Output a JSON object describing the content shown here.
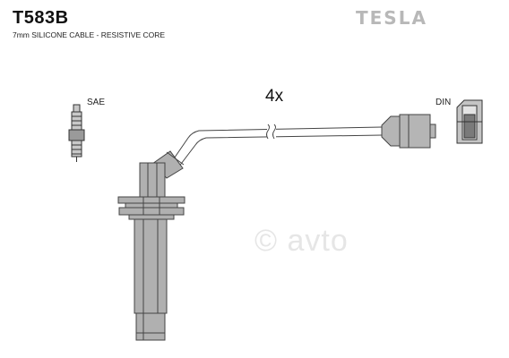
{
  "header": {
    "part_number": "T583B",
    "subtitle": "7mm SILICONE CABLE - RESISTIVE CORE",
    "brand": "TESLA"
  },
  "diagram": {
    "quantity_label": "4x",
    "left_terminal_label": "SAE",
    "right_terminal_label": "DIN"
  },
  "watermark": {
    "text": "© avto"
  },
  "colors": {
    "boot_fill": "#b0b0b0",
    "boot_stroke": "#4a4a4a",
    "text": "#111111",
    "brand": "#b8b8b8"
  }
}
